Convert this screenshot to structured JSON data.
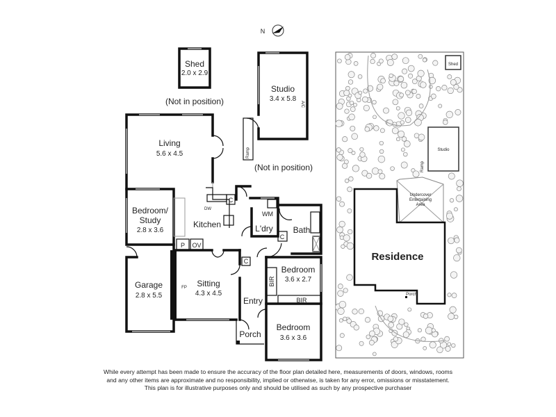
{
  "compass": {
    "label": "N"
  },
  "rooms": {
    "shed": {
      "name": "Shed",
      "dims": "2.0 x 2.9"
    },
    "shed_note": "(Not in position)",
    "studio": {
      "name": "Studio",
      "dims": "3.4 x 5.8",
      "ac": "A/C"
    },
    "studio_note": "(Not in position)",
    "ramp": "Ramp",
    "living": {
      "name": "Living",
      "dims": "5.6 x 4.5"
    },
    "bedroom_study": {
      "name1": "Bedroom/",
      "name2": "Study",
      "dims": "2.8 x 3.6"
    },
    "kitchen": {
      "name": "Kitchen"
    },
    "dw": "DW",
    "c1": "C",
    "c2": "C",
    "c3": "C",
    "p": "P",
    "ov": "OV",
    "wm": "WM",
    "laundry": {
      "name": "L'dry"
    },
    "bath": {
      "name": "Bath"
    },
    "garage": {
      "name": "Garage",
      "dims": "2.8 x 5.5"
    },
    "fp": "FP",
    "sitting": {
      "name": "Sitting",
      "dims": "4.3 x 4.5"
    },
    "entry": {
      "name": "Entry"
    },
    "bedroom2": {
      "name": "Bedroom",
      "dims": "3.6 x 2.7"
    },
    "bir1": "BIR",
    "bir2": "BIR",
    "porch": {
      "name": "Porch"
    },
    "bedroom1": {
      "name": "Bedroom",
      "dims": "3.6 x 3.6"
    }
  },
  "site_plan": {
    "shed": "Shed",
    "studio": "Studio",
    "ramp": "Ramp",
    "entertaining1": "Undercover",
    "entertaining2": "Entertaining",
    "entertaining3": "Area",
    "residence": "Residence",
    "porch": "Porch"
  },
  "disclaimer": {
    "line1": "While every attempt has been made to ensure the accuracy of the floor plan detailed here, measurements of doors, windows, rooms",
    "line2": "and any other items are approximate and no responsibility, implied or otherwise, is taken for any error, omissions or misstatement.",
    "line3": "This plan is for illustrative purposes only and should be utilised as such by any prospective purchaser"
  }
}
